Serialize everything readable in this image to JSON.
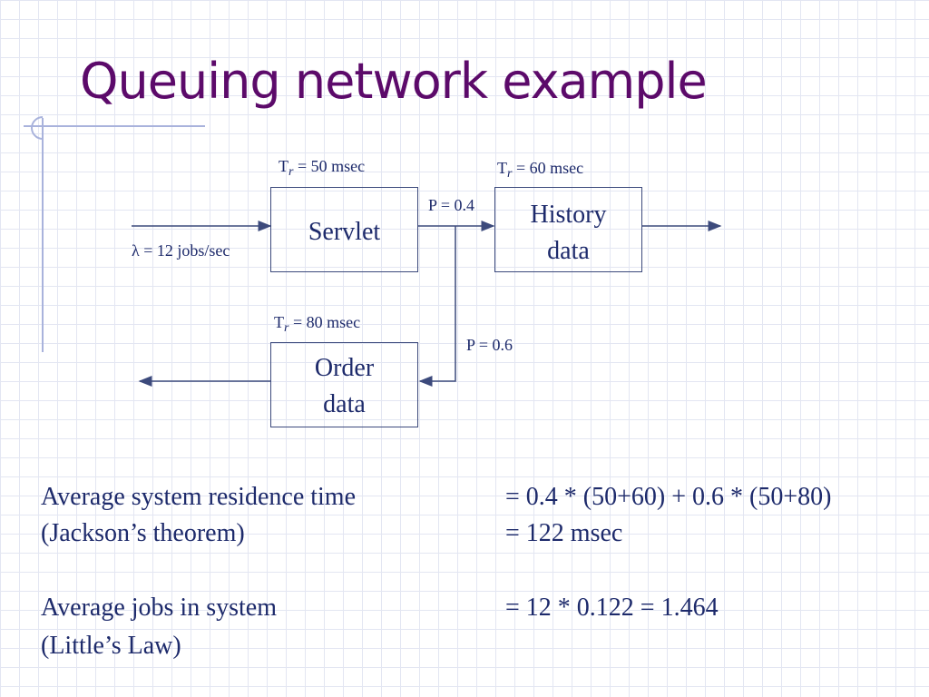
{
  "title": "Queuing network example",
  "diagram": {
    "servlet": {
      "label": "Servlet",
      "tr_prefix": "T",
      "tr_sub": "r",
      "tr_value": " = 50 msec"
    },
    "history": {
      "label_line1": "History",
      "label_line2": "data",
      "tr_prefix": "T",
      "tr_sub": "r",
      "tr_value": " = 60 msec"
    },
    "order": {
      "label_line1": "Order",
      "label_line2": "data",
      "tr_prefix": "T",
      "tr_sub": "r",
      "tr_value": " = 80 msec"
    },
    "arrival_rate": "λ =  12 jobs/sec",
    "prob_history": "P = 0.4",
    "prob_order": "P = 0.6"
  },
  "results": {
    "residence_label_1": "Average system residence time",
    "residence_label_2": "(Jackson’s theorem)",
    "residence_value_1": "= 0.4 * (50+60) + 0.6 * (50+80)",
    "residence_value_2": "= 122 msec",
    "jobs_label_1": "Average jobs in system",
    "jobs_label_2": "(Little’s Law)",
    "jobs_value_1": "= 12 * 0.122 = 1.464"
  },
  "colors": {
    "title": "#5c0a6a",
    "text": "#1d2a6b",
    "grid": "#e3e6f2"
  }
}
